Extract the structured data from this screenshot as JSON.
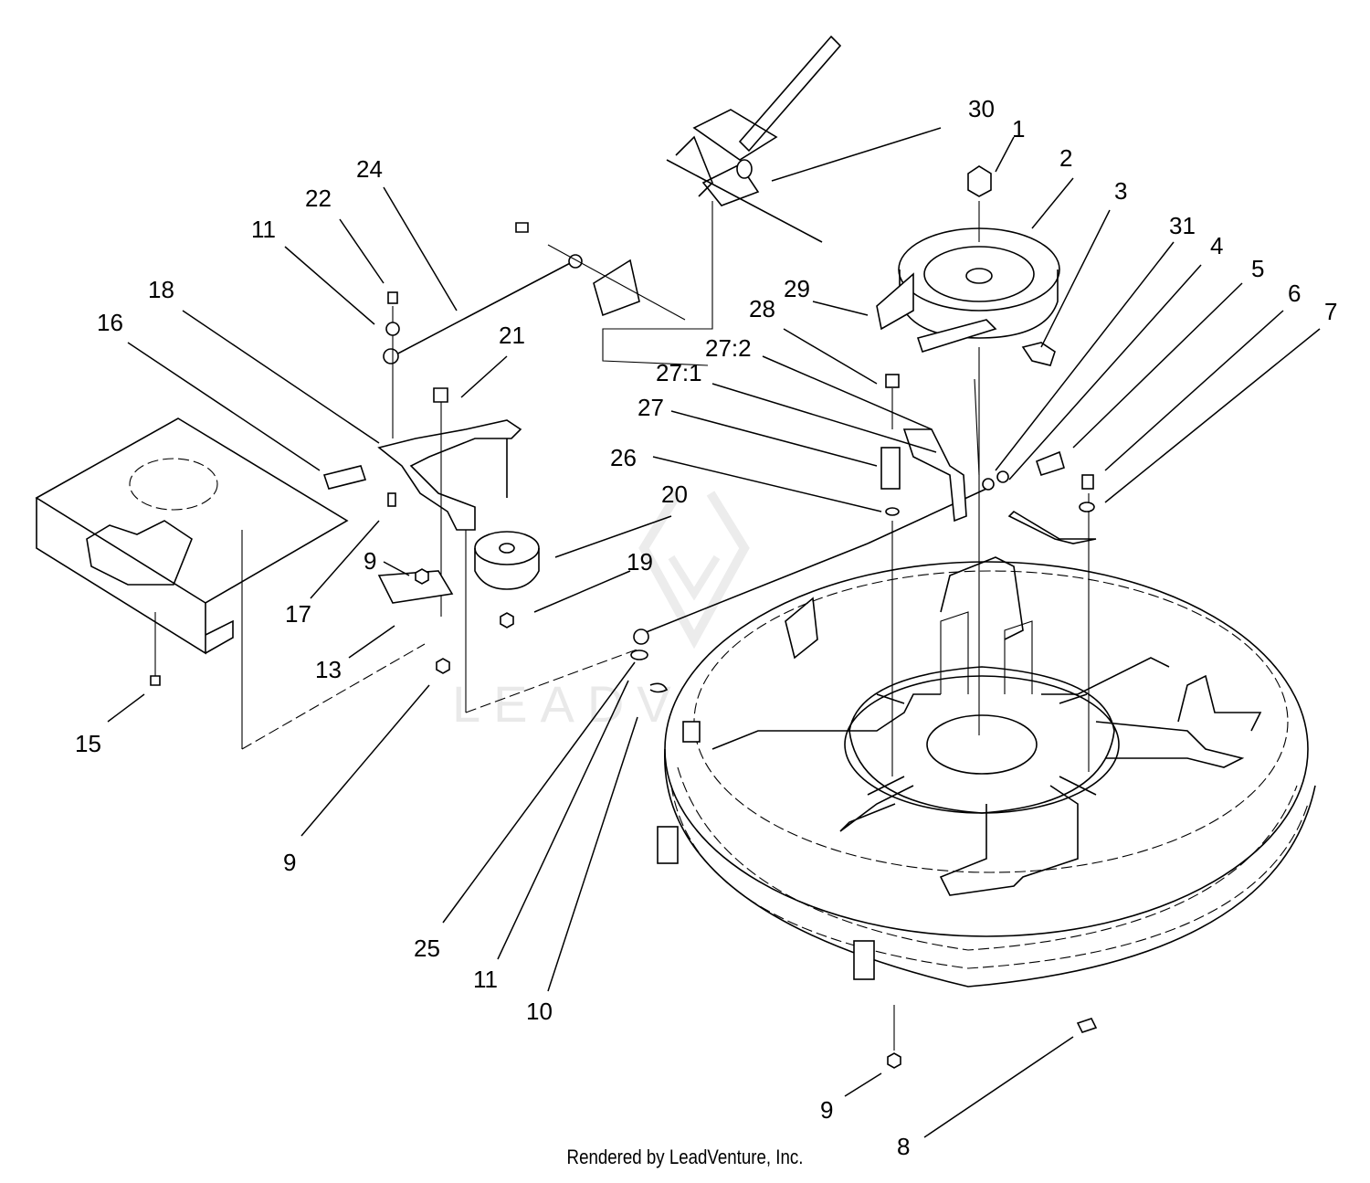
{
  "footer": {
    "credit": "Rendered by LeadVenture, Inc."
  },
  "watermark": {
    "text": "LEADVENTURE"
  },
  "callouts": [
    {
      "label": "30"
    },
    {
      "label": "1"
    },
    {
      "label": "2"
    },
    {
      "label": "3"
    },
    {
      "label": "31"
    },
    {
      "label": "4"
    },
    {
      "label": "5"
    },
    {
      "label": "6"
    },
    {
      "label": "7"
    },
    {
      "label": "24"
    },
    {
      "label": "22"
    },
    {
      "label": "11"
    },
    {
      "label": "18"
    },
    {
      "label": "16"
    },
    {
      "label": "21"
    },
    {
      "label": "29"
    },
    {
      "label": "28"
    },
    {
      "label": "27:2"
    },
    {
      "label": "27:1"
    },
    {
      "label": "27"
    },
    {
      "label": "26"
    },
    {
      "label": "20"
    },
    {
      "label": "19"
    },
    {
      "label": "9"
    },
    {
      "label": "17"
    },
    {
      "label": "13"
    },
    {
      "label": "15"
    },
    {
      "label": "9"
    },
    {
      "label": "25"
    },
    {
      "label": "11"
    },
    {
      "label": "10"
    },
    {
      "label": "9"
    },
    {
      "label": "8"
    }
  ],
  "colors": {
    "ink": "#000000",
    "background": "#ffffff",
    "watermark": "#e9e9e9"
  }
}
